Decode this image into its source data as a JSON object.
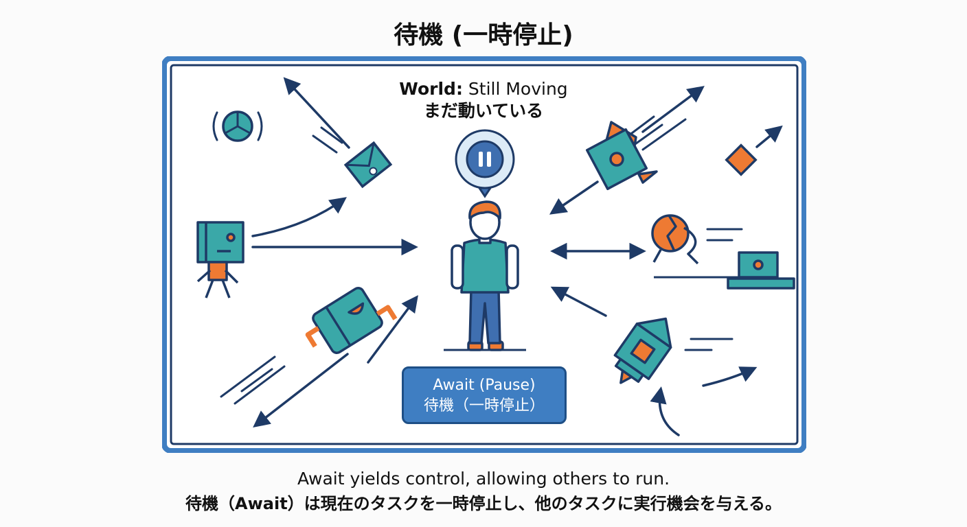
{
  "title": "待機 (一時停止)",
  "world": {
    "lead": "World:",
    "rest": " Still Moving",
    "jp": "まだ動いている"
  },
  "await_badge": {
    "en": "Await (Pause)",
    "jp": "待機（一時停止）"
  },
  "caption": {
    "en": "Await yields control, allowing others to run.",
    "jp": "待機（Await）は現在のタスクを一時停止し、他のタスクに実行機会を与える。"
  },
  "colors": {
    "frame": "#3f7ec2",
    "frame_outline": "#1e3a66",
    "teal": "#3aa8a8",
    "orange": "#ee7a33",
    "blue": "#3f6fb0",
    "ink": "#1e3a66"
  },
  "icons": [
    "pause-icon",
    "pie-chart-icon",
    "envelope-icon",
    "robot-icon",
    "rocket-icon",
    "globe-icon",
    "laptop-icon",
    "diamond-icon"
  ]
}
